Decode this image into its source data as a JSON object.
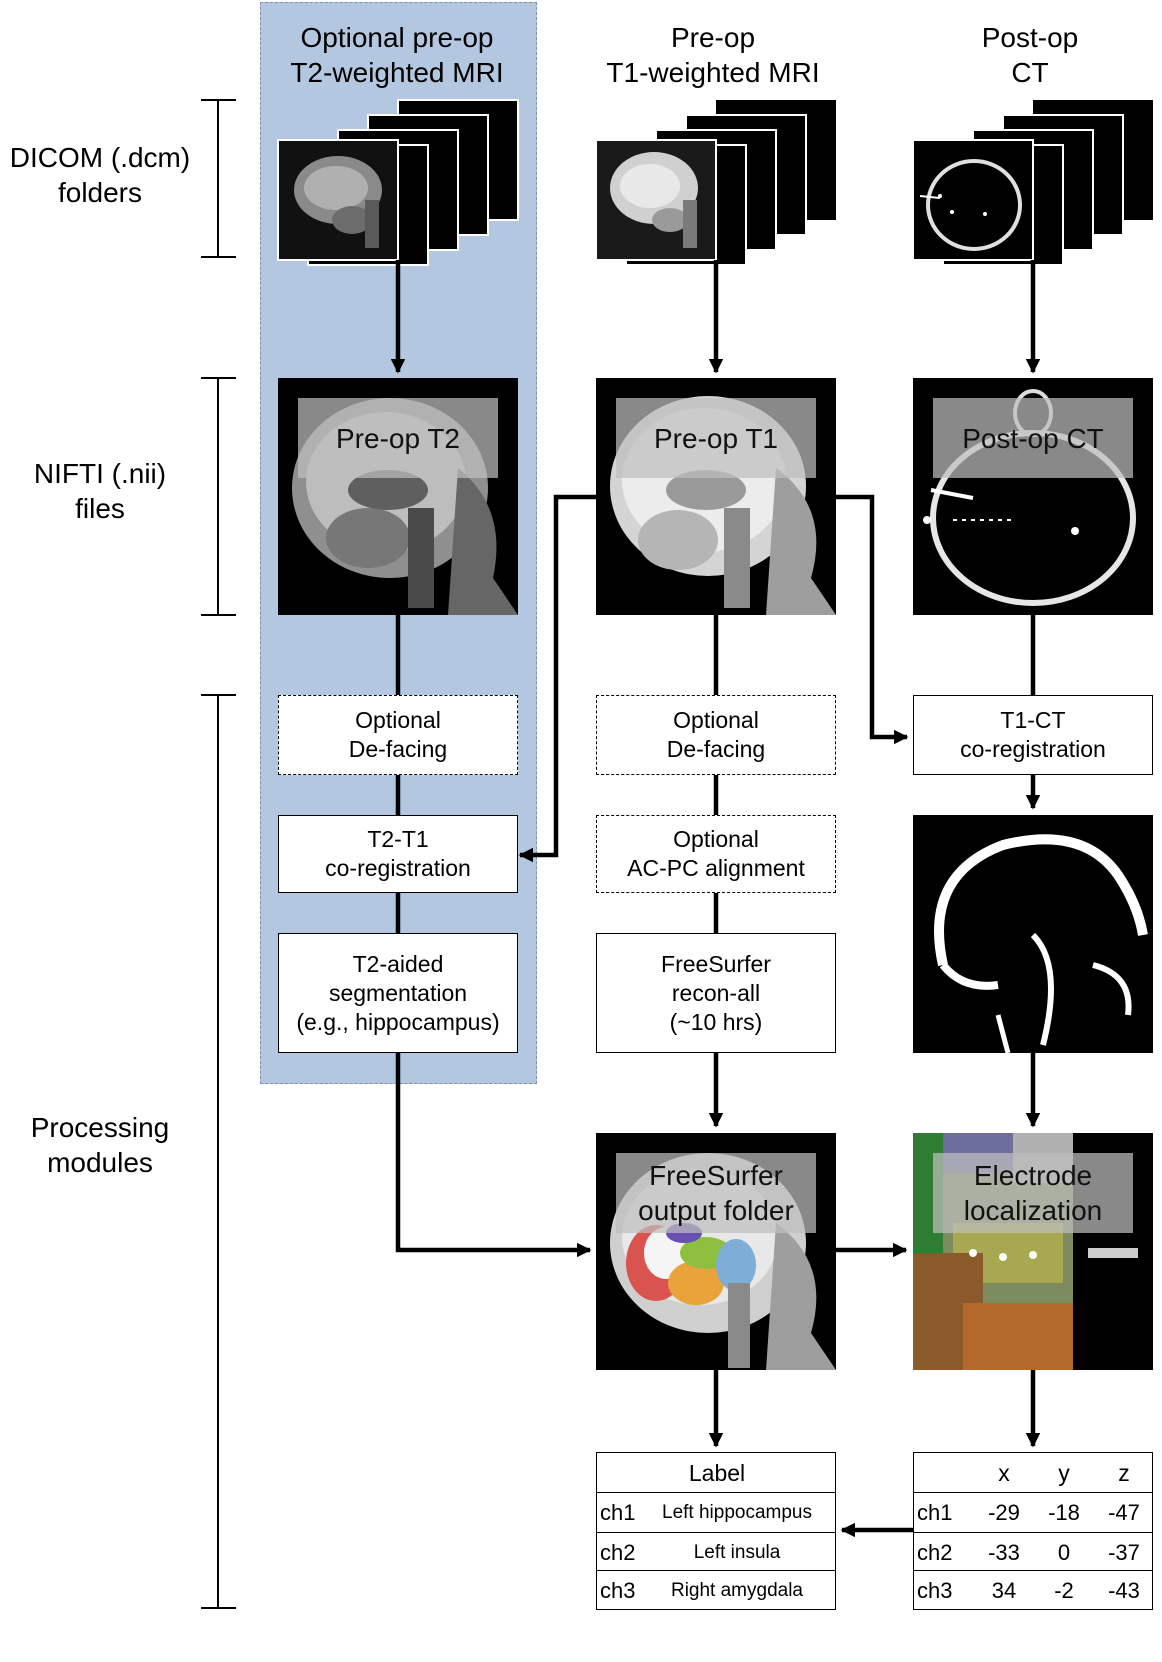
{
  "columns": {
    "t2": "Optional pre-op\nT2-weighted MRI",
    "t1": "Pre-op\nT1-weighted MRI",
    "ct": "Post-op\nCT"
  },
  "rows": {
    "dicom": "DICOM (.dcm)\nfolders",
    "nifti": "NIFTI (.nii)\nfiles",
    "processing": "Processing\nmodules"
  },
  "nifti_labels": {
    "t2": "Pre-op T2",
    "t1": "Pre-op T1",
    "ct": "Post-op CT"
  },
  "modules": {
    "t2_defacing": "Optional\nDe-facing",
    "t2_t1_coreg": "T2-T1\nco-registration",
    "t2_segmentation": "T2-aided\nsegmentation\n(e.g., hippocampus)",
    "t1_defacing": "Optional\nDe-facing",
    "acpc": "Optional\nAC-PC alignment",
    "freesurfer_recon": "FreeSurfer\nrecon-all\n(~10 hrs)",
    "t1_ct_coreg": "T1-CT\nco-registration"
  },
  "outputs": {
    "freesurfer_folder": "FreeSurfer\noutput folder",
    "electrode_localization": "Electrode\nlocalization"
  },
  "label_table": {
    "header": "Label",
    "rows": [
      {
        "ch": "ch1",
        "label": "Left hippocampus"
      },
      {
        "ch": "ch2",
        "label": "Left insula"
      },
      {
        "ch": "ch3",
        "label": "Right amygdala"
      }
    ]
  },
  "coord_table": {
    "headers": [
      "x",
      "y",
      "z"
    ],
    "rows": [
      {
        "ch": "ch1",
        "x": "-29",
        "y": "-18",
        "z": "-47"
      },
      {
        "ch": "ch2",
        "x": "-33",
        "y": "0",
        "z": "-37"
      },
      {
        "ch": "ch3",
        "x": "34",
        "y": "-2",
        "z": "-43"
      }
    ]
  },
  "colors": {
    "t2_panel": "#b3c8e0",
    "line": "#000000",
    "image_background": "#000000"
  }
}
